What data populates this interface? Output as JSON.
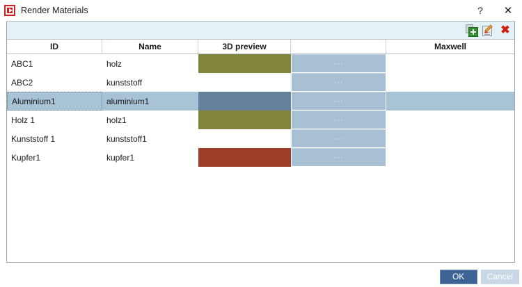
{
  "window": {
    "title": "Render Materials",
    "icon": "app-icon",
    "help_label": "?",
    "close_label": "✕"
  },
  "toolbar": {
    "add_icon": "add-material-icon",
    "edit_icon": "edit-material-icon",
    "delete_icon": "delete-material-icon",
    "delete_glyph": "✖"
  },
  "table": {
    "columns": [
      {
        "key": "id",
        "label": "ID"
      },
      {
        "key": "name",
        "label": "Name"
      },
      {
        "key": "preview",
        "label": "3D preview"
      },
      {
        "key": "pick",
        "label": ""
      },
      {
        "key": "maxwell",
        "label": "Maxwell"
      }
    ],
    "pick_label": "···",
    "rows": [
      {
        "id": "ABC1",
        "name": "holz",
        "preview_color": "#82843e",
        "has_preview": true,
        "pick": "···",
        "maxwell": "",
        "selected": false
      },
      {
        "id": "ABC2",
        "name": "kunststoff",
        "preview_color": "",
        "has_preview": false,
        "pick": "···",
        "maxwell": "",
        "selected": false
      },
      {
        "id": "Aluminium1",
        "name": "aluminium1",
        "preview_color": "#65809a",
        "has_preview": true,
        "pick": "···",
        "maxwell": "",
        "selected": true
      },
      {
        "id": "Holz 1",
        "name": "holz1",
        "preview_color": "#82843e",
        "has_preview": true,
        "pick": "···",
        "maxwell": "",
        "selected": false
      },
      {
        "id": "Kunststoff 1",
        "name": "kunststoff1",
        "preview_color": "",
        "has_preview": false,
        "pick": "···",
        "maxwell": "",
        "selected": false
      },
      {
        "id": "Kupfer1",
        "name": "kupfer1",
        "preview_color": "#9c3d29",
        "has_preview": true,
        "pick": "···",
        "maxwell": "",
        "selected": false
      }
    ]
  },
  "footer": {
    "ok_label": "OK",
    "cancel_label": "Cancel"
  },
  "colors": {
    "accent_selection": "#a8c2d6",
    "pick_button": "#a8c0d4",
    "panel_top": "#e4f1f7",
    "ok_button": "#3e6496",
    "cancel_button": "#c7d7e5",
    "icon_red": "#cc2222"
  }
}
